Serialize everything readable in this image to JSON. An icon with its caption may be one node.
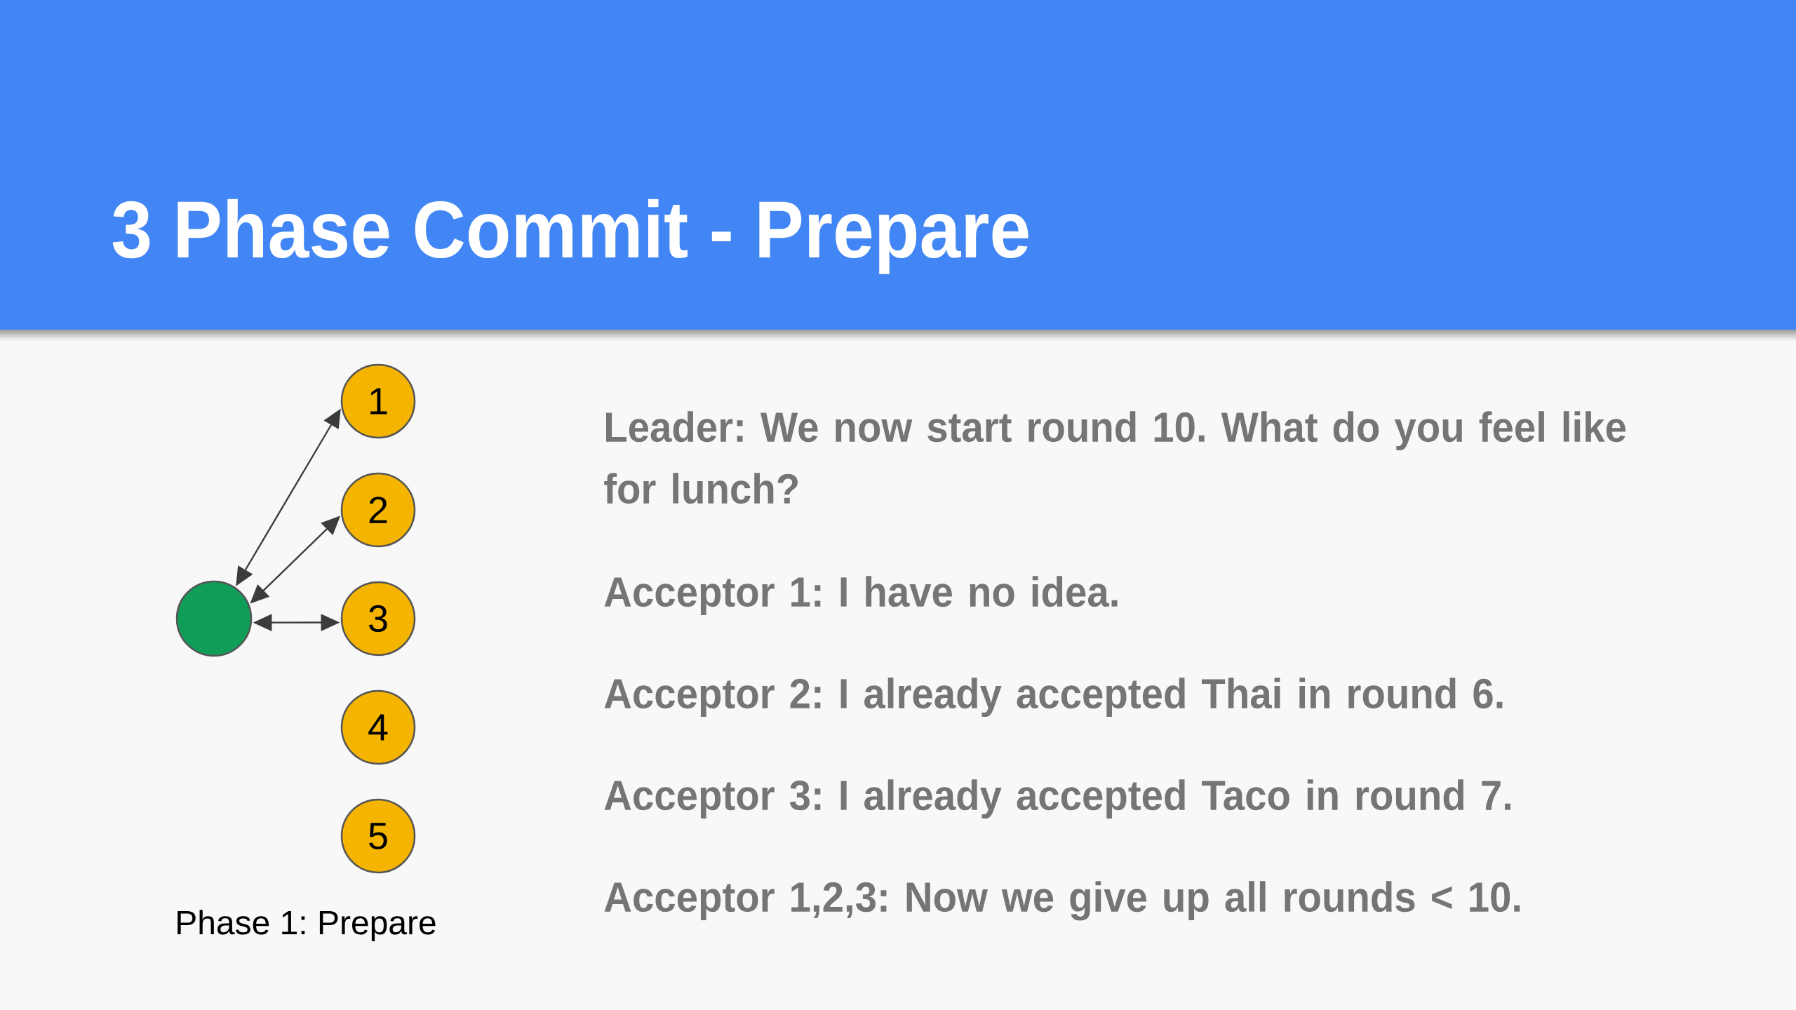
{
  "diagram": {
    "title": "3 Phase Commit - Prepare",
    "caption": "Phase 1: Prepare",
    "nodes": [
      {
        "text": [],
        "shape": "circle"
      },
      {
        "text": [
          "1"
        ]
      },
      {
        "text": [
          "2"
        ]
      },
      {
        "text": [
          "3"
        ]
      },
      {
        "text": [
          "4"
        ]
      },
      {
        "text": [
          "5"
        ]
      }
    ],
    "edges": [
      {
        "from": 0,
        "to": 1,
        "arrow": "both"
      },
      {
        "from": 0,
        "to": 2,
        "arrow": "both"
      },
      {
        "from": 0,
        "to": 3,
        "arrow": "both"
      }
    ],
    "labels": [
      "Leader: We now start round 10. What do you feel like for lunch?",
      "Acceptor 1: I have no idea.",
      "Acceptor 2: I already accepted Thai in round 6.",
      "Acceptor 3: I already accepted Taco in round 7.",
      "Acceptor 1,2,3: Now we give up all rounds < 10."
    ]
  }
}
